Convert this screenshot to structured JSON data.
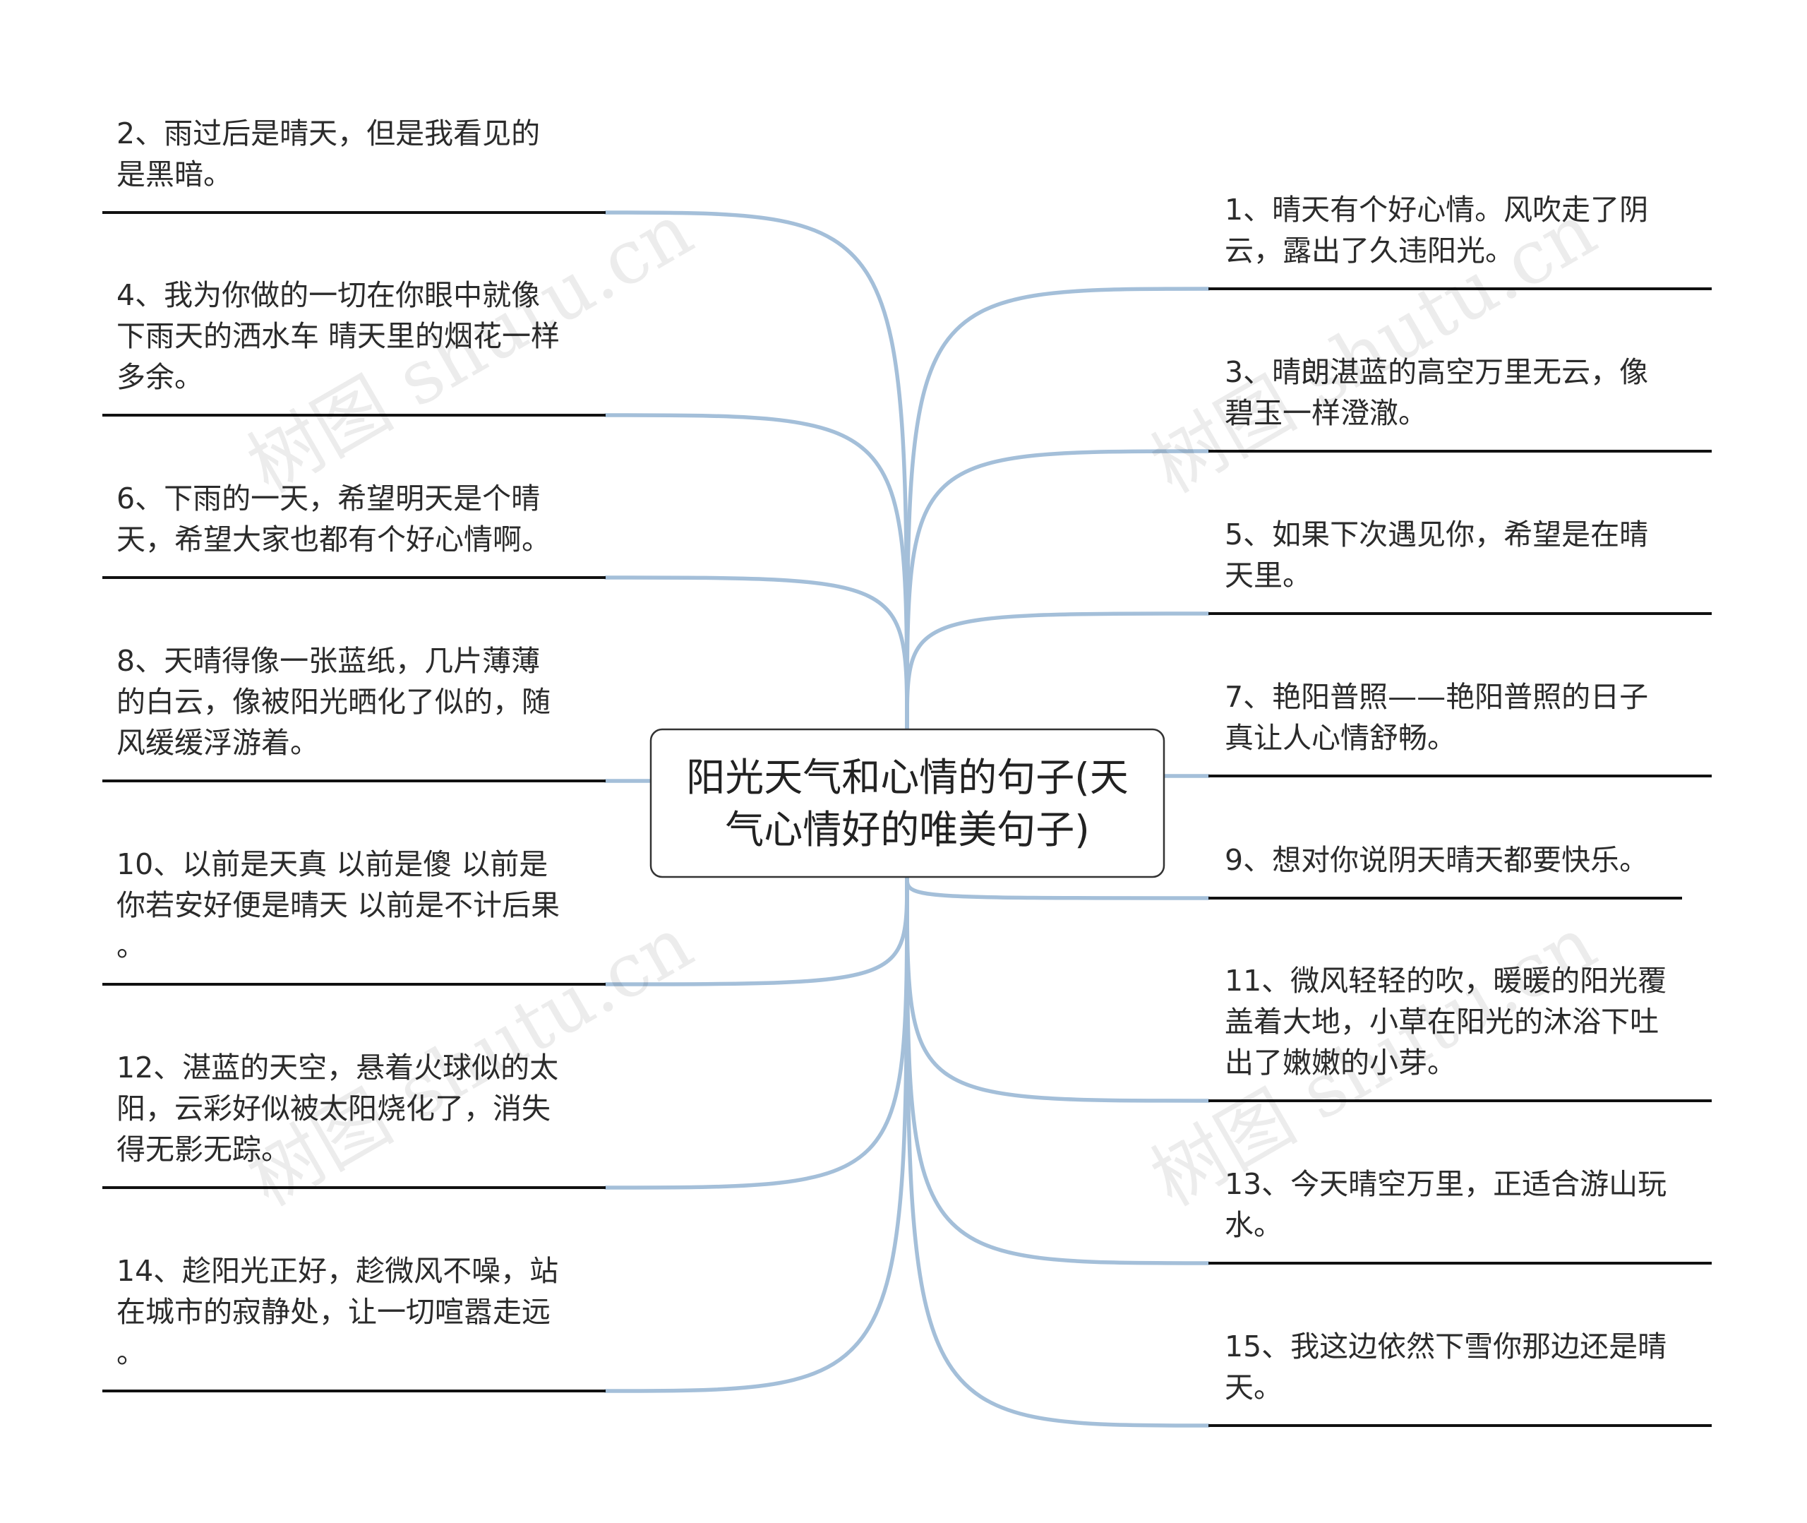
{
  "root": {
    "lines": [
      "阳光天气和心情的句子(天",
      "气心情好的唯美句子)"
    ]
  },
  "branches": [
    {
      "id": "n1",
      "side": "right",
      "lines": [
        "1、晴天有个好心情。风吹走了阴",
        "云，露出了久违阳光。"
      ]
    },
    {
      "id": "n2",
      "side": "left",
      "lines": [
        "2、雨过后是晴天，但是我看见的",
        "是黑暗。"
      ]
    },
    {
      "id": "n3",
      "side": "right",
      "lines": [
        "3、晴朗湛蓝的高空万里无云，像",
        "碧玉一样澄澈。"
      ]
    },
    {
      "id": "n4",
      "side": "left",
      "lines": [
        "4、我为你做的一切在你眼中就像",
        "下雨天的洒水车 晴天里的烟花一样",
        "多余。"
      ]
    },
    {
      "id": "n5",
      "side": "right",
      "lines": [
        "5、如果下次遇见你，希望是在晴",
        "天里。"
      ]
    },
    {
      "id": "n6",
      "side": "left",
      "lines": [
        "6、下雨的一天，希望明天是个晴",
        "天，希望大家也都有个好心情啊。"
      ]
    },
    {
      "id": "n7",
      "side": "right",
      "lines": [
        "7、艳阳普照——艳阳普照的日子",
        "真让人心情舒畅。"
      ]
    },
    {
      "id": "n8",
      "side": "left",
      "lines": [
        "8、天晴得像一张蓝纸，几片薄薄",
        "的白云，像被阳光晒化了似的，随",
        "风缓缓浮游着。"
      ]
    },
    {
      "id": "n9",
      "side": "right",
      "lines": [
        "9、想对你说阴天晴天都要快乐。"
      ]
    },
    {
      "id": "n10",
      "side": "left",
      "lines": [
        "10、以前是天真 以前是傻 以前是",
        "你若安好便是晴天 以前是不计后果",
        "。"
      ]
    },
    {
      "id": "n11",
      "side": "right",
      "lines": [
        "11、微风轻轻的吹，暖暖的阳光覆",
        "盖着大地，小草在阳光的沐浴下吐",
        "出了嫩嫩的小芽。"
      ]
    },
    {
      "id": "n12",
      "side": "left",
      "lines": [
        "12、湛蓝的天空，悬着火球似的太",
        "阳，云彩好似被太阳烧化了，消失",
        "得无影无踪。"
      ]
    },
    {
      "id": "n13",
      "side": "right",
      "lines": [
        "13、今天晴空万里，正适合游山玩",
        "水。"
      ]
    },
    {
      "id": "n14",
      "side": "left",
      "lines": [
        "14、趁阳光正好，趁微风不噪，站",
        "在城市的寂静处，让一切喧嚣走远",
        "。"
      ]
    },
    {
      "id": "n15",
      "side": "right",
      "lines": [
        "15、我这边依然下雪你那边还是晴",
        "天。"
      ]
    }
  ],
  "watermark": "树图 shutu.cn",
  "colors": {
    "connector": "#a4bfd9",
    "underline": "#111111",
    "text": "#2b2b2b",
    "root_border": "#333333"
  }
}
